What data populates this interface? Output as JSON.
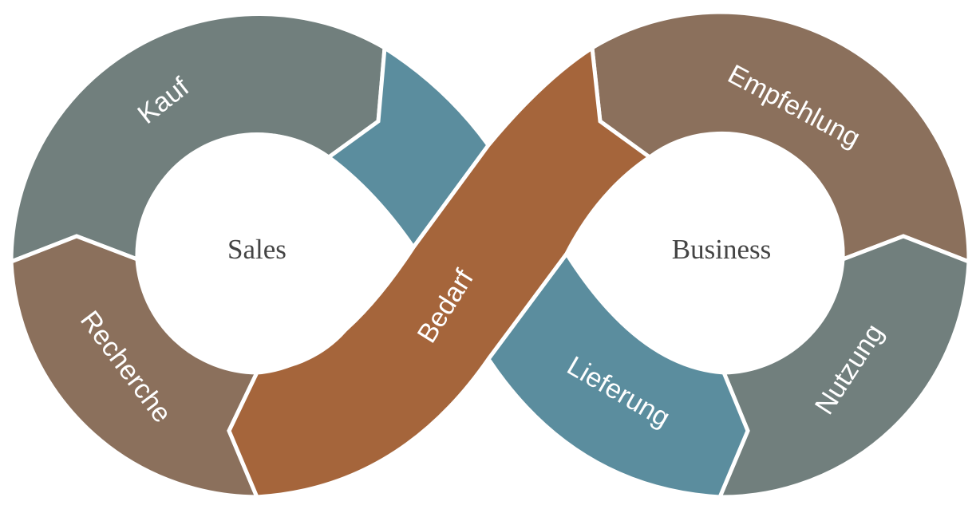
{
  "center_labels": {
    "left": "Sales",
    "right": "Business"
  },
  "segments": {
    "kauf": {
      "label": "Kauf",
      "color": "#717f7d"
    },
    "recherche": {
      "label": "Recherche",
      "color": "#8b705c"
    },
    "blue_left": {
      "label": "",
      "color": "#5b8d9e"
    },
    "bedarf": {
      "label": "Bedarf",
      "color": "#a5653b"
    },
    "empfehlung": {
      "label": "Empfehlung",
      "color": "#8b705c"
    },
    "nutzung": {
      "label": "Nutzung",
      "color": "#717f7d"
    },
    "lieferung": {
      "label": "Lieferung",
      "color": "#5b8d9e"
    }
  }
}
